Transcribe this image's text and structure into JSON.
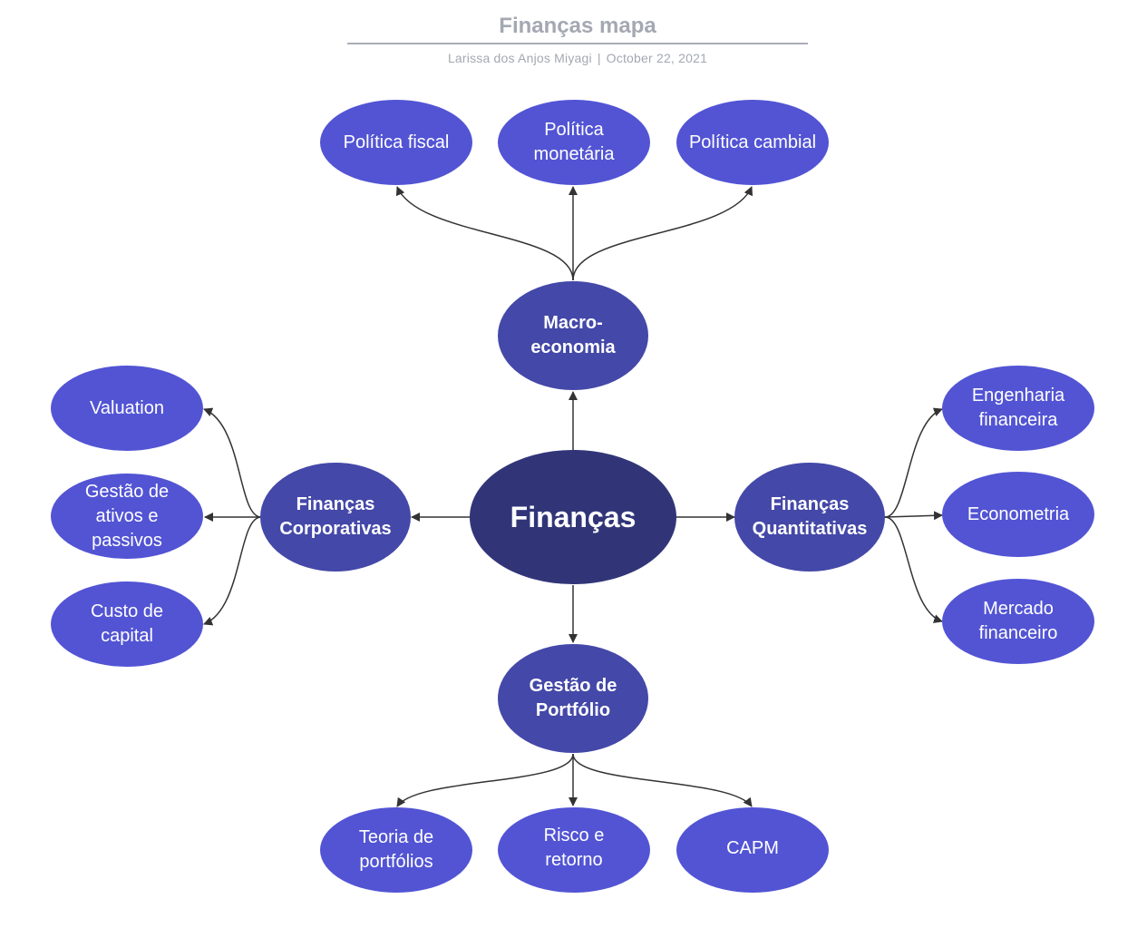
{
  "header": {
    "title": "Finanças mapa",
    "author": "Larissa dos Anjos Miyagi",
    "separator": "|",
    "date": "October 22, 2021"
  },
  "colors": {
    "center": "#313578",
    "branch": "#4448a8",
    "leaf": "#5254d4",
    "connector": "#333333",
    "header_text": "#a3a8b2"
  },
  "nodes": {
    "center": "Finanças",
    "macro": "Macro-\neconomia",
    "corporativas": "Finanças\nCorporativas",
    "quantitativas": "Finanças\nQuantitativas",
    "portfolio": "Gestão de\nPortfólio",
    "politica_fiscal": "Política fiscal",
    "politica_monetaria": "Política\nmonetária",
    "politica_cambial": "Política cambial",
    "valuation": "Valuation",
    "gestao_ativos": "Gestão de\nativos e\npassivos",
    "custo_capital": "Custo de\ncapital",
    "engenharia": "Engenharia\nfinanceira",
    "econometria": "Econometria",
    "mercado": "Mercado\nfinanceiro",
    "teoria": "Teoria de\nportfólios",
    "risco": "Risco e\nretorno",
    "capm": "CAPM"
  }
}
